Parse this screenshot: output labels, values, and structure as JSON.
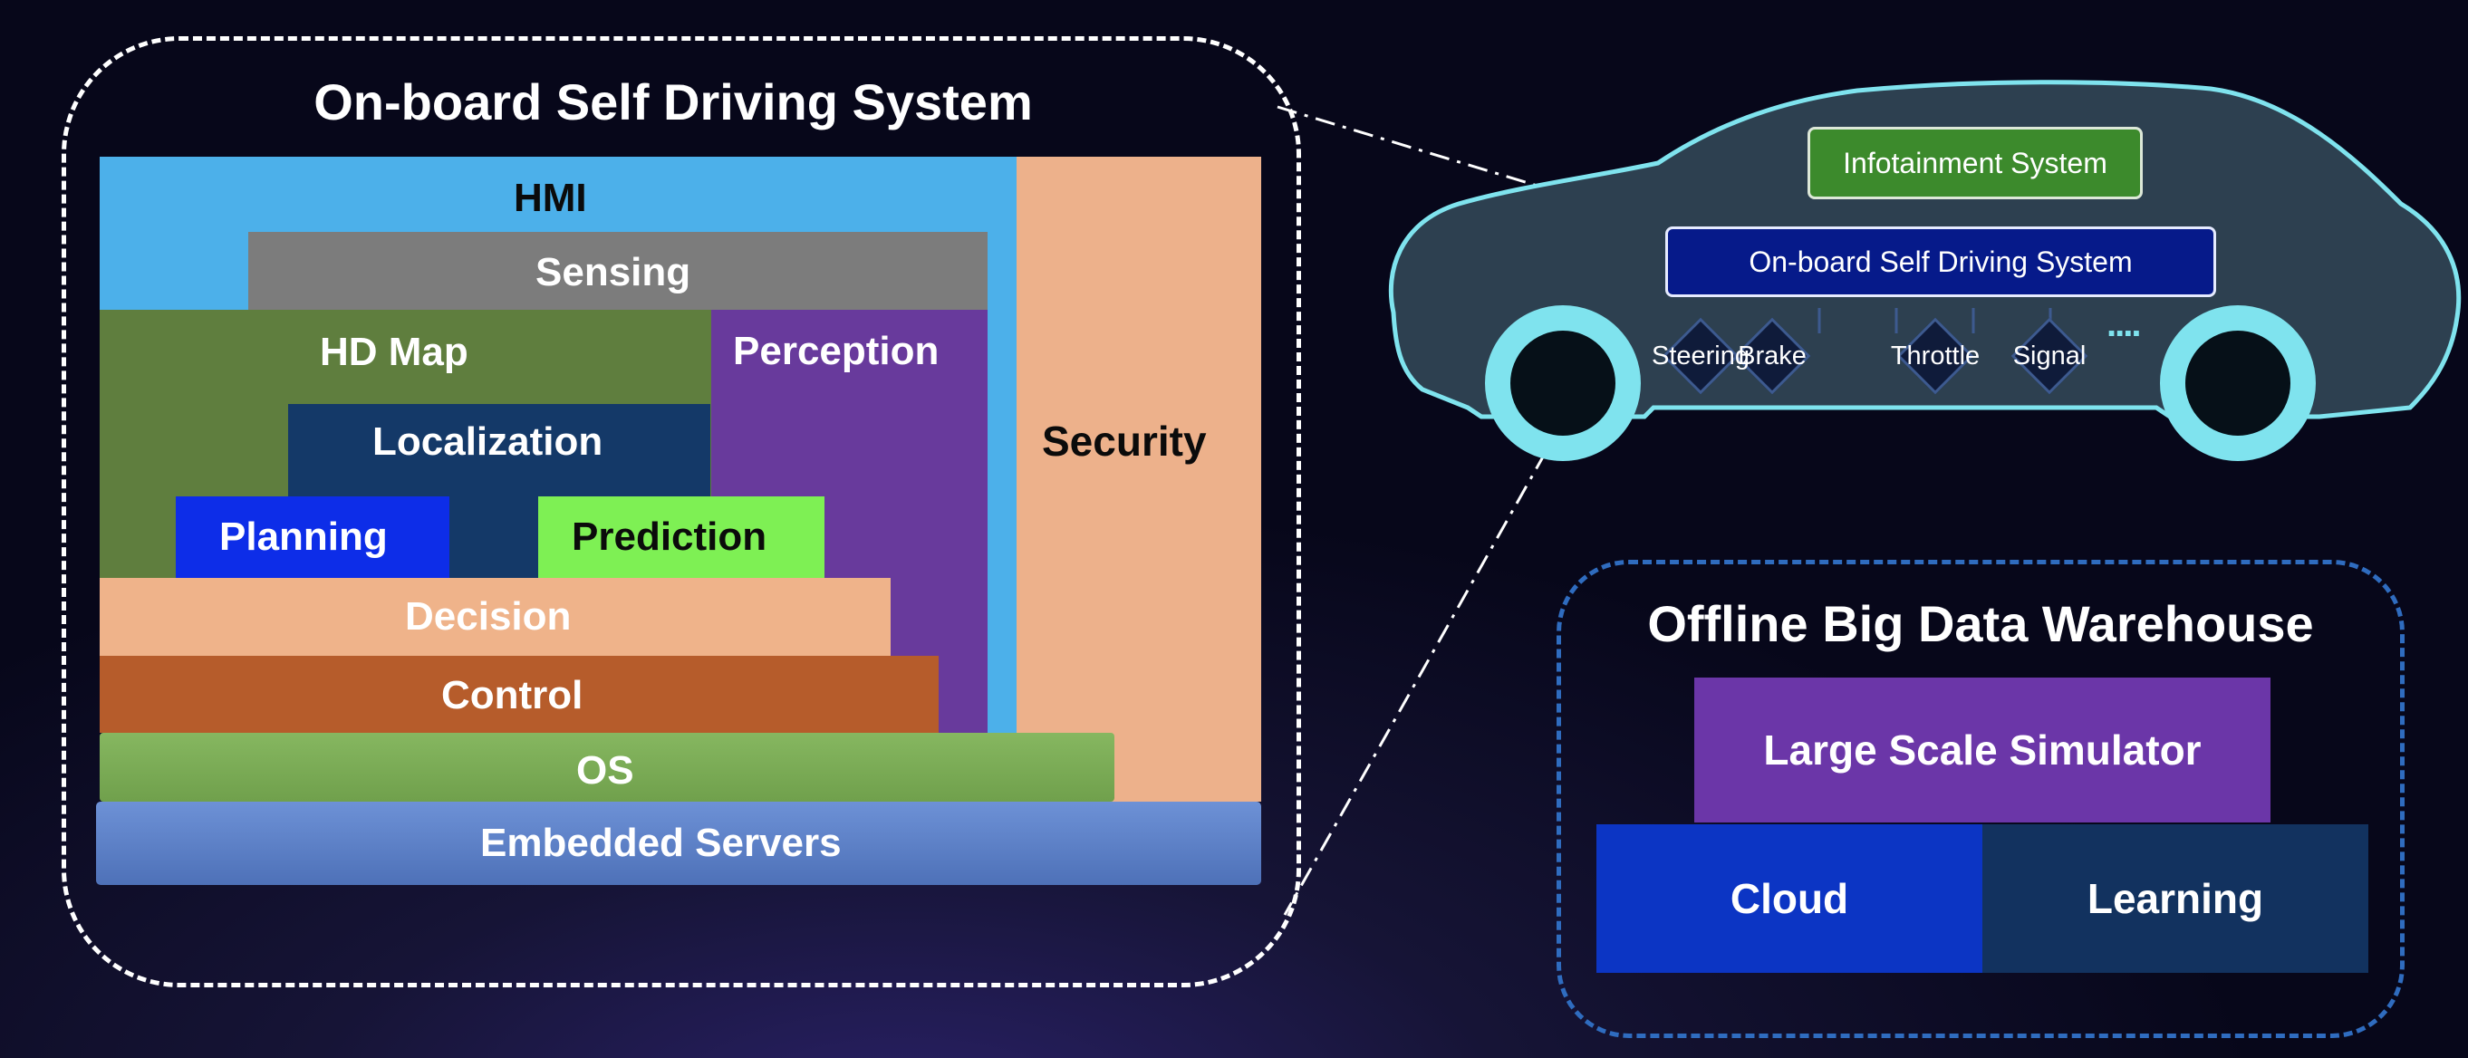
{
  "onboard": {
    "title": "On-board Self Driving System",
    "layers": {
      "hmi": "HMI",
      "sensing": "Sensing",
      "hd_map": "HD Map",
      "perception": "Perception",
      "localization": "Localization",
      "planning": "Planning",
      "prediction": "Prediction",
      "decision": "Decision",
      "control": "Control",
      "security": "Security",
      "os": "OS",
      "embedded_servers": "Embedded Servers"
    }
  },
  "car": {
    "infotainment": "Infotainment System",
    "onboard": "On-board Self Driving System",
    "actuators": [
      "Steering",
      "Brake",
      "Throttle",
      "Signal"
    ],
    "more": "....",
    "colors": {
      "outline": "#7fe3ee",
      "body": "#2d4050",
      "infotainment": "#3c8a2c",
      "onboard": "#061a8a"
    }
  },
  "offline": {
    "title": "Offline Big Data Warehouse",
    "simulator": "Large Scale Simulator",
    "cloud": "Cloud",
    "learning": "Learning",
    "colors": {
      "simulator": "#6b36a8",
      "cloud": "#0c35c4",
      "learning": "#12325f",
      "border": "#2f6cbf"
    }
  },
  "colors": {
    "hmi": "#4cb0ea",
    "sensing": "#7c7c7c",
    "hd_map": "#5f7e3e",
    "perception": "#683a9c",
    "localization": "#143968",
    "planning": "#0d2de8",
    "prediction": "#7ef054",
    "decision": "#efb38a",
    "control": "#b65c2b",
    "security": "#edb18b",
    "os": "#7eae57",
    "embedded_servers": "#5d82ca"
  }
}
